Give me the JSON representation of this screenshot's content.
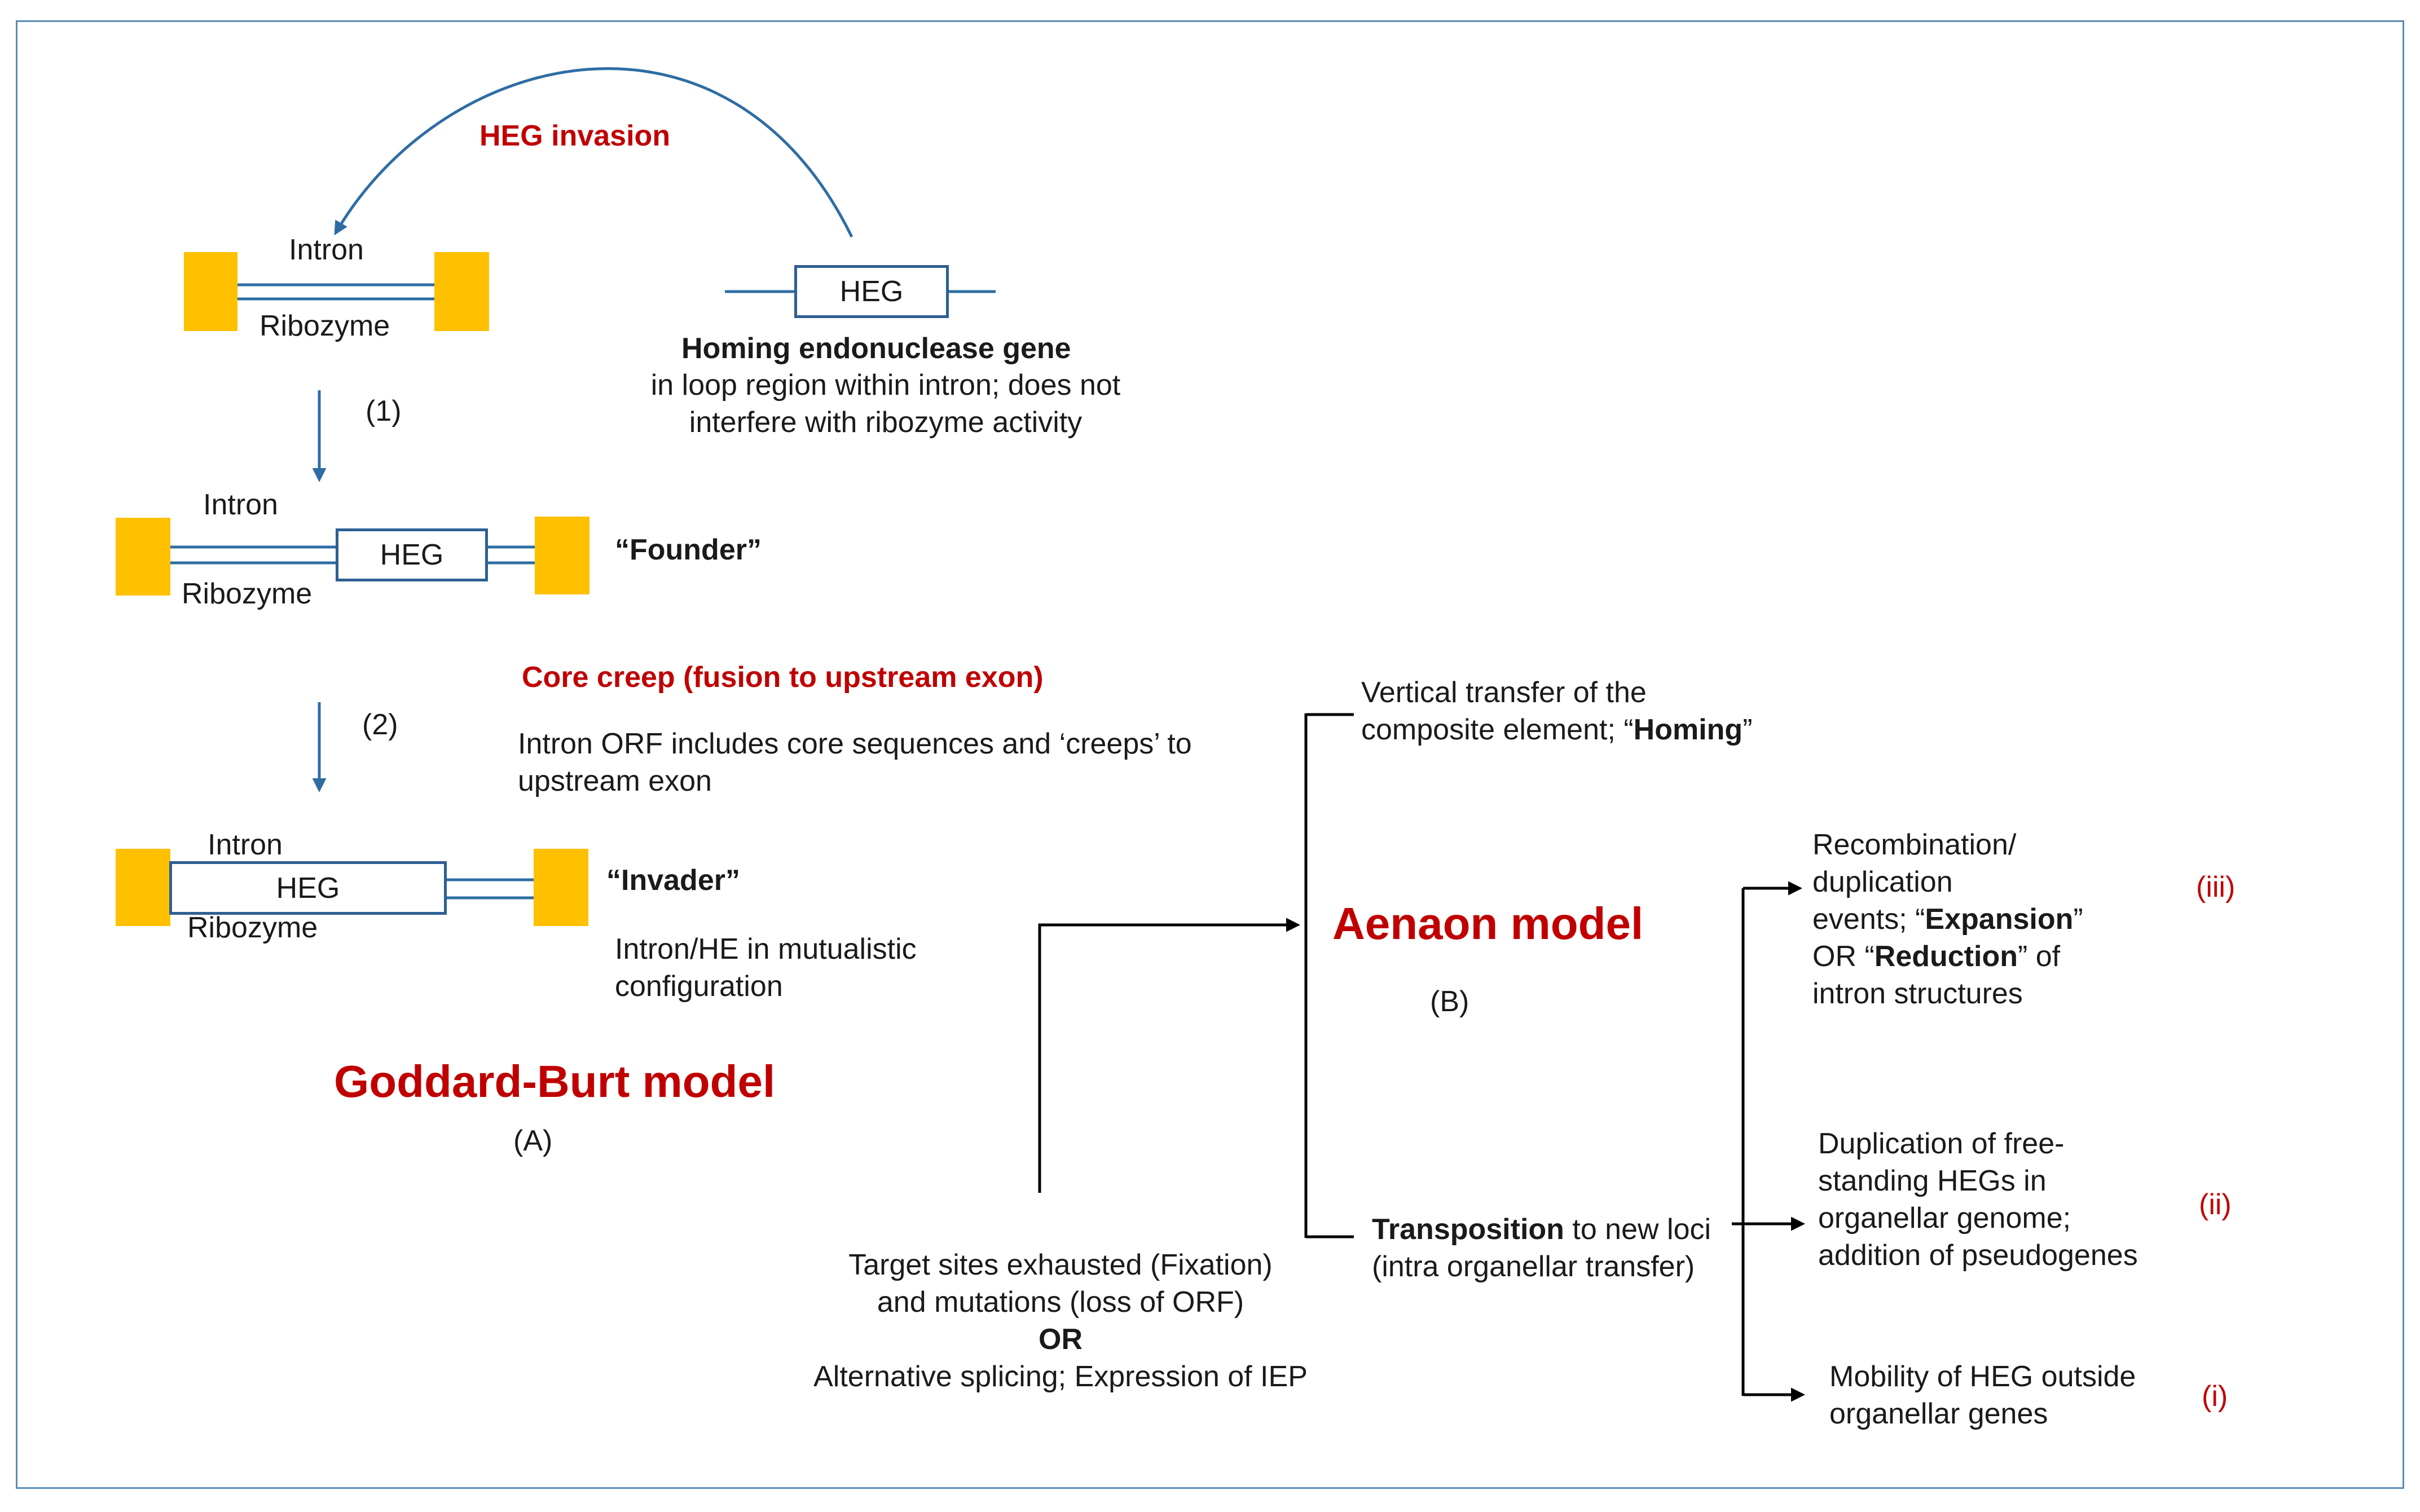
{
  "colors": {
    "accent_red": "#c00000",
    "line_blue": "#2e6da4",
    "exon_yellow": "#ffc000",
    "frame_blue": "#5b8db8"
  },
  "top": {
    "heg_invasion": "HEG invasion",
    "intron": "Intron",
    "ribozyme": "Ribozyme",
    "heg": "HEG",
    "homing_title": "Homing endonuclease gene",
    "homing_desc_1": "in loop region within intron; does not",
    "homing_desc_2": "interfere with  ribozyme activity"
  },
  "step1": {
    "num": "(1)"
  },
  "founder": {
    "intron": "Intron",
    "heg": "HEG",
    "ribozyme": "Ribozyme",
    "label": "“Founder”"
  },
  "step2": {
    "num": "(2)",
    "core_creep": "Core creep (fusion to upstream exon)",
    "desc_1": "Intron ORF includes core sequences and ‘creeps’ to",
    "desc_2": "upstream exon"
  },
  "invader": {
    "intron": "Intron",
    "heg": "HEG",
    "ribozyme": "Ribozyme",
    "label": "“Invader”",
    "desc_1": "Intron/HE in mutualistic",
    "desc_2": "configuration"
  },
  "goddard": {
    "title": "Goddard-Burt model",
    "tag": "(A)"
  },
  "aenaon": {
    "title": "Aenaon model",
    "tag": "(B)"
  },
  "vertical": {
    "line1": "Vertical transfer of the",
    "line2_pre": "composite element; “",
    "line2_bold": "Homing",
    "line2_post": "”"
  },
  "transposition": {
    "bold": "Transposition",
    "rest": " to new loci",
    "line2": "(intra organellar transfer)"
  },
  "target": {
    "line1": "Target sites exhausted (Fixation)",
    "line2": "and mutations (loss of ORF)",
    "or": "OR",
    "line3": "Alternative splicing; Expression of IEP"
  },
  "outcome_iii": {
    "line1": "Recombination/",
    "line2": "duplication",
    "line3_pre": "events; “",
    "line3_bold": "Expansion",
    "line3_post": "”",
    "line4_pre": "OR “",
    "line4_bold": "Reduction",
    "line4_post": "” of",
    "line5": "intron structures",
    "num": "(iii)"
  },
  "outcome_ii": {
    "line1": "Duplication of free-",
    "line2": "standing HEGs in",
    "line3": "organellar genome;",
    "line4": "addition of pseudogenes",
    "num": "(ii)"
  },
  "outcome_i": {
    "line1": "Mobility of HEG outside",
    "line2": "organellar genes",
    "num": "(i)"
  }
}
